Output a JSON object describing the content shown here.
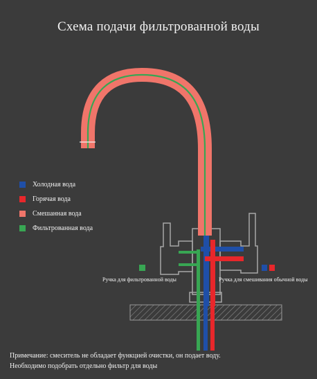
{
  "title": "Схема подачи фильтрованной воды",
  "legend": [
    {
      "label": "Холодная вода",
      "color": "#1f4fa8"
    },
    {
      "label": "Горячая вода",
      "color": "#e8272b"
    },
    {
      "label": "Смешанная вода",
      "color": "#f0756a"
    },
    {
      "label": "Фильтрованная вода",
      "color": "#38a653"
    }
  ],
  "labels": {
    "filtered_handle": "Ручка для фильтрованной воды",
    "mixer_handle": "Ручка для смешивания обычной воды"
  },
  "note": {
    "line1": "Примечание: смеситель не обладает функцией очистки, он подает воду.",
    "line2": "Необходимо подобрать отдельно фильтр для воды"
  }
}
